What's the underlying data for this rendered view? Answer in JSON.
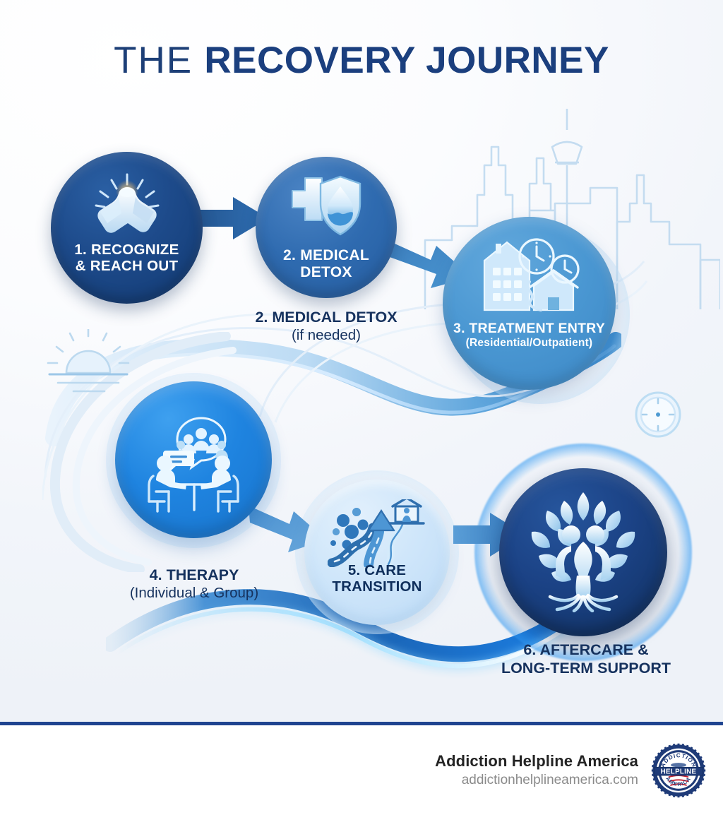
{
  "page": {
    "title_light": "THE",
    "title_bold": "RECOVERY JOURNEY",
    "accent_navy": "#1f4490",
    "background": "#f2f5fa"
  },
  "steps": [
    {
      "id": "step-1",
      "icon": "handshake-icon",
      "inside_line1": "1. RECOGNIZE",
      "inside_line2": "& REACH OUT",
      "outside_line1": "",
      "outside_line2": "",
      "color": "#1d4a8a"
    },
    {
      "id": "step-2",
      "icon": "medical-cross-shield-droplet-icon",
      "inside_line1": "2. MEDICAL",
      "inside_line2": "DETOX",
      "outside_line1": "2. MEDICAL DETOX",
      "outside_line2": "(if needed)",
      "color": "#2f6bb0"
    },
    {
      "id": "step-3",
      "icon": "buildings-clock-icon",
      "inside_line1": "3. TREATMENT ENTRY",
      "inside_line2": "(Residential/Outpatient)",
      "outside_line1": "",
      "outside_line2": "",
      "color": "#4a97d2"
    },
    {
      "id": "step-4",
      "icon": "therapy-session-icon",
      "inside_line1": "",
      "inside_line2": "",
      "outside_line1": "4. THERAPY",
      "outside_line2": "(Individual & Group)",
      "color": "#1f84e0"
    },
    {
      "id": "step-5",
      "icon": "winding-path-home-icon",
      "inside_line1": "5. CARE",
      "inside_line2": "TRANSITION",
      "outside_line1": "",
      "outside_line2": "",
      "color": "#cfe6fa"
    },
    {
      "id": "step-6",
      "icon": "tree-of-people-icon",
      "inside_line1": "",
      "inside_line2": "",
      "outside_line1": "6. AFTERCARE &",
      "outside_line2": "LONG-TERM SUPPORT",
      "color": "#1b4285"
    }
  ],
  "decorations": {
    "skyline": "city-skyline-outline",
    "sunrise": "sunrise-icon",
    "compass": "compass-icon",
    "arrow_1_2": "arrow-right-icon",
    "arrow_2_3": "arrow-right-icon",
    "arrow_4_5": "arrow-right-icon",
    "arrow_5_6": "arrow-right-icon"
  },
  "footer": {
    "brand_name": "Addiction Helpline America",
    "brand_url": "addictionhelplineamerica.com",
    "badge_top": "ADDICTION",
    "badge_mid": "HELPLINE",
    "badge_bottom": "AMERICA"
  }
}
